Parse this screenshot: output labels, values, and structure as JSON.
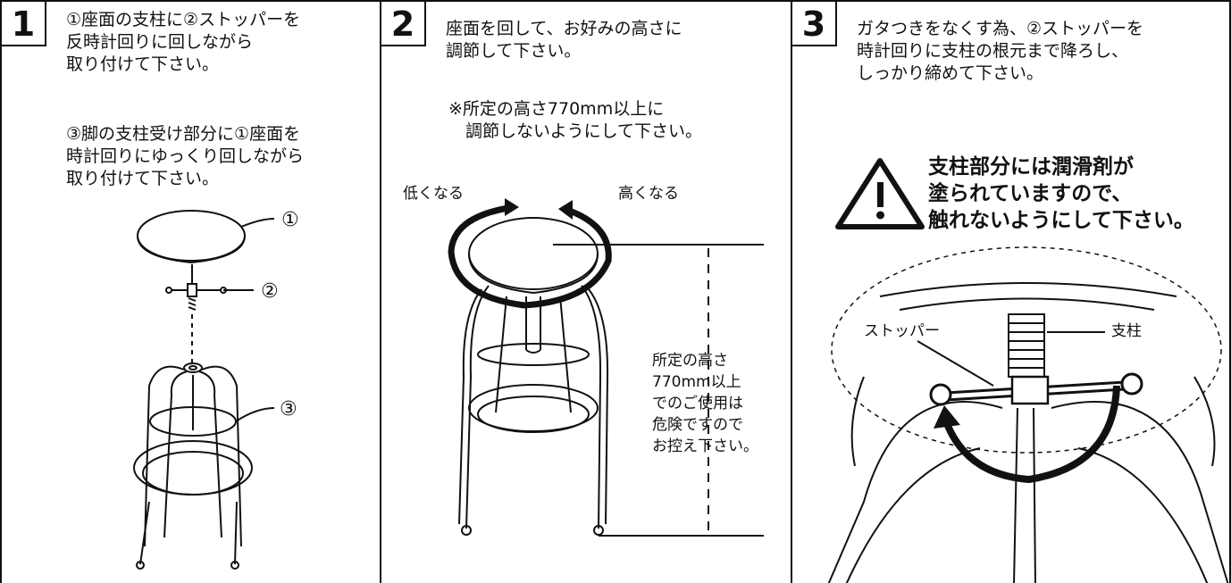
{
  "steps": [
    {
      "number": "1",
      "text1": "①座面の支柱に②ストッパーを\n反時計回りに回しながら\n取り付けて下さい。",
      "text2": "③脚の支柱受け部分に①座面を\n時計回りにゆっくり回しながら\n取り付けて下さい。",
      "callouts": [
        "①",
        "②",
        "③"
      ]
    },
    {
      "number": "2",
      "text1": "座面を回して、お好みの高さに\n調節して下さい。",
      "note": "※所定の高さ770mm以上に\n　調節しないようにして下さい。",
      "lower_label": "低くなる",
      "higher_label": "高くなる",
      "height_warning": "所定の高さ\n770mm以上\nでのご使用は\n危険ですので\nお控え下さい。"
    },
    {
      "number": "3",
      "text1": "ガタつきをなくす為、②ストッパーを\n時計回りに支柱の根元まで降ろし、\nしっかり締めて下さい。",
      "warning": "支柱部分には潤滑剤が\n塗られていますので、\n触れないようにして下さい。",
      "stopper_label": "ストッパー",
      "post_label": "支柱"
    }
  ]
}
